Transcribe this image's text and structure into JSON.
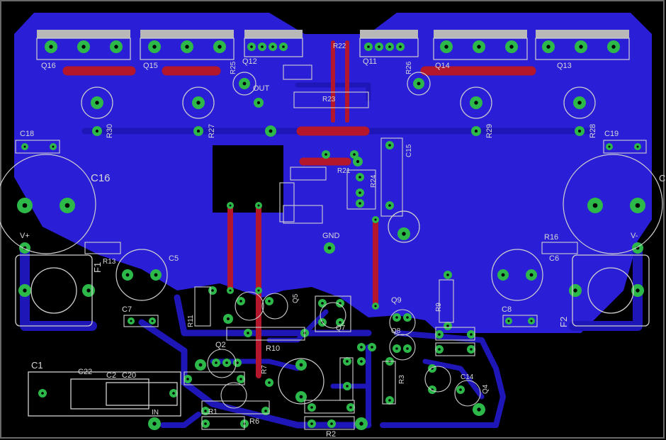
{
  "board": {
    "colors": {
      "background": "#000000",
      "bottom_copper": "#2a1fd6",
      "copper_trace": "#1f16b8",
      "top_trace": "#b4162b",
      "pad": "#2db84a",
      "silkscreen": "#d0d0d0",
      "heatsink_strip": "#b8b8b8",
      "outline": "#6a6a6a"
    }
  },
  "labels": {
    "q16": "Q16",
    "q15": "Q15",
    "q12": "Q12",
    "q11": "Q11",
    "q14": "Q14",
    "q13": "Q13",
    "r25": "R25",
    "r26": "R26",
    "r22": "R22",
    "r23": "R23",
    "r24": "R24",
    "r21": "R21",
    "r30": "R30",
    "r27": "R27",
    "r29": "R29",
    "r28": "R28",
    "c18": "C18",
    "c19": "C19",
    "c16": "C16",
    "c15": "C15",
    "c5": "C5",
    "c6": "C6",
    "c7": "C7",
    "c8": "C8",
    "c1": "C1",
    "c22": "C22",
    "c2": "C2",
    "c20": "C20",
    "out": "OUT",
    "gnd": "GND",
    "vplus": "V+",
    "vminus": "V-",
    "f1": "F1",
    "f2": "F2",
    "r16": "R16",
    "r13": "R13",
    "r11": "R11",
    "r10": "R10",
    "r9": "R9",
    "r7": "R7",
    "r6": "R6",
    "r3": "R3",
    "r2": "R2",
    "r1": "R1",
    "q2": "Q2",
    "q5": "Q5",
    "q7": "Q7",
    "q9": "Q9",
    "q8": "Q8",
    "q4": "Q4",
    "c14": "C14",
    "in": "IN",
    "c": "C"
  }
}
